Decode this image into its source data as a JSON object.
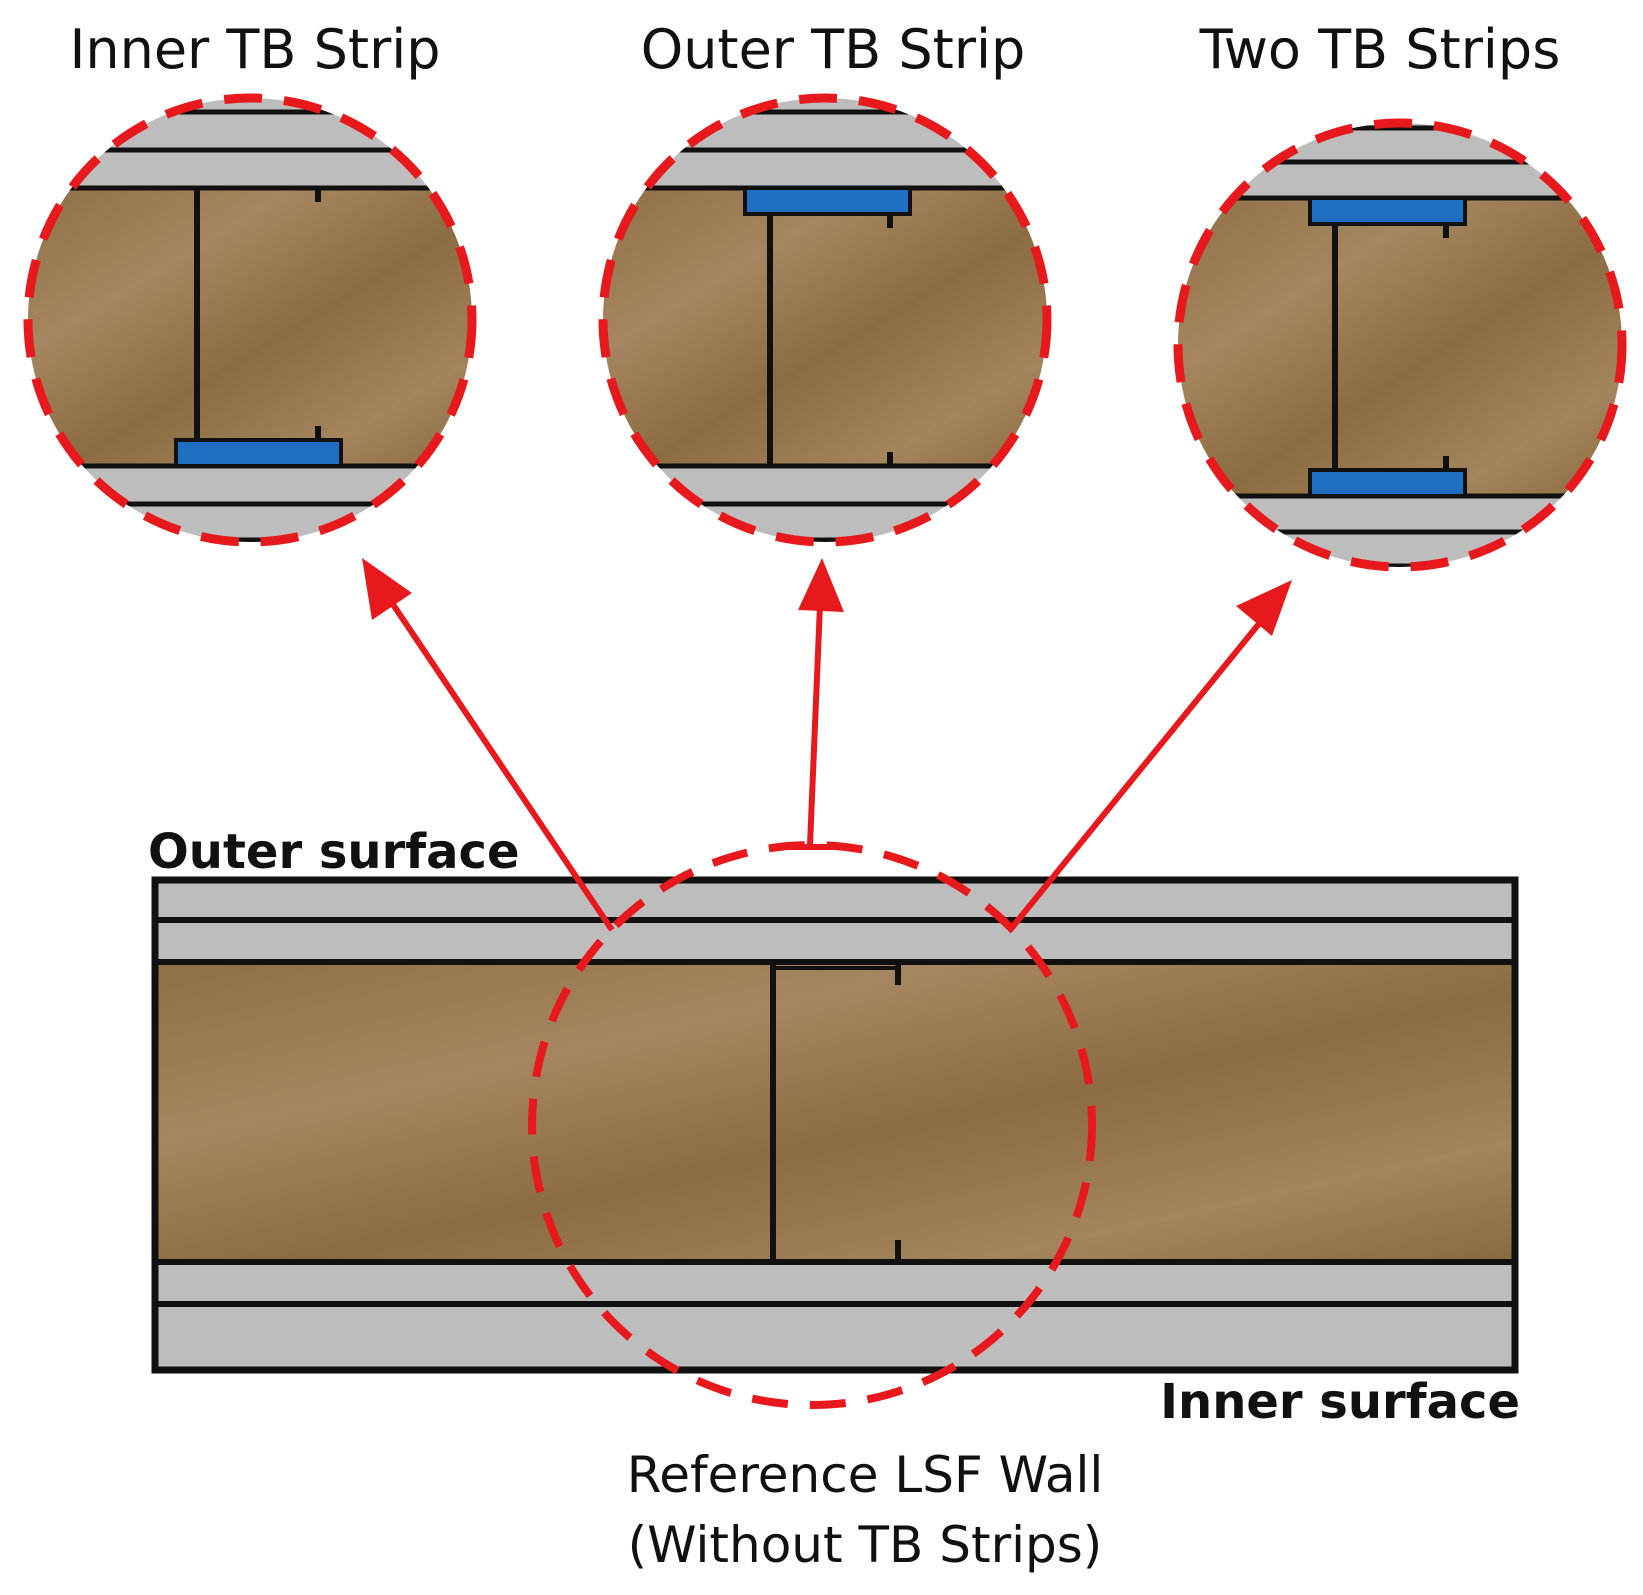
{
  "panels": [
    {
      "id": "inner",
      "title": "Inner TB Strip",
      "strips": [
        "inner"
      ]
    },
    {
      "id": "outer",
      "title": "Outer TB Strip",
      "strips": [
        "outer"
      ]
    },
    {
      "id": "two",
      "title": "Two TB Strips",
      "strips": [
        "outer",
        "inner"
      ]
    }
  ],
  "wall": {
    "outer_label": "Outer surface",
    "inner_label": "Inner surface",
    "caption_line1": "Reference LSF Wall",
    "caption_line2": "(Without TB Strips)"
  },
  "colors": {
    "highlight": "#e8191c",
    "strip": "#1f6fc2",
    "board": "#bdbdbd",
    "insulation": "#9a7a4e",
    "outline": "#111111"
  }
}
